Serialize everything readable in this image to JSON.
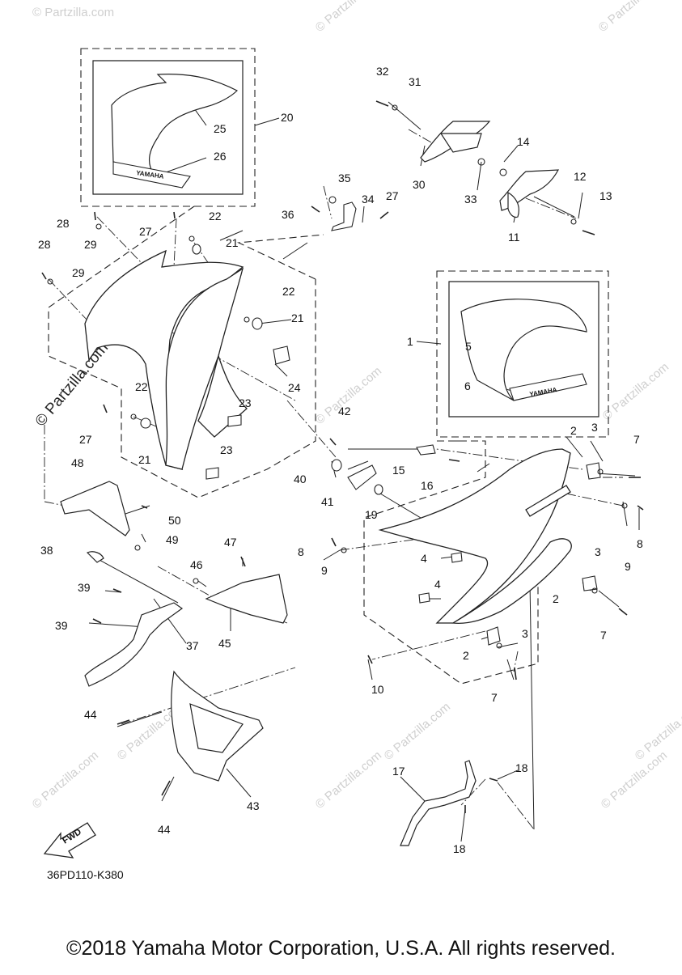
{
  "diagram": {
    "drawing_code": "36PD110-K380",
    "copyright": "©2018 Yamaha Motor Corporation, U.S.A. All rights reserved.",
    "watermark": "© Partzilla.com",
    "side_watermark": "© Partzilla.com",
    "fwd_label": "FWD",
    "decal_text": "YAMAHA",
    "callouts": [
      "1",
      "2",
      "3",
      "4",
      "5",
      "6",
      "7",
      "8",
      "9",
      "10",
      "11",
      "12",
      "13",
      "14",
      "15",
      "16",
      "17",
      "18",
      "19",
      "20",
      "21",
      "22",
      "23",
      "24",
      "25",
      "26",
      "27",
      "28",
      "29",
      "30",
      "31",
      "32",
      "33",
      "34",
      "35",
      "36",
      "37",
      "38",
      "39",
      "40",
      "41",
      "42",
      "43",
      "44",
      "45",
      "46",
      "47",
      "48",
      "49",
      "50"
    ]
  }
}
